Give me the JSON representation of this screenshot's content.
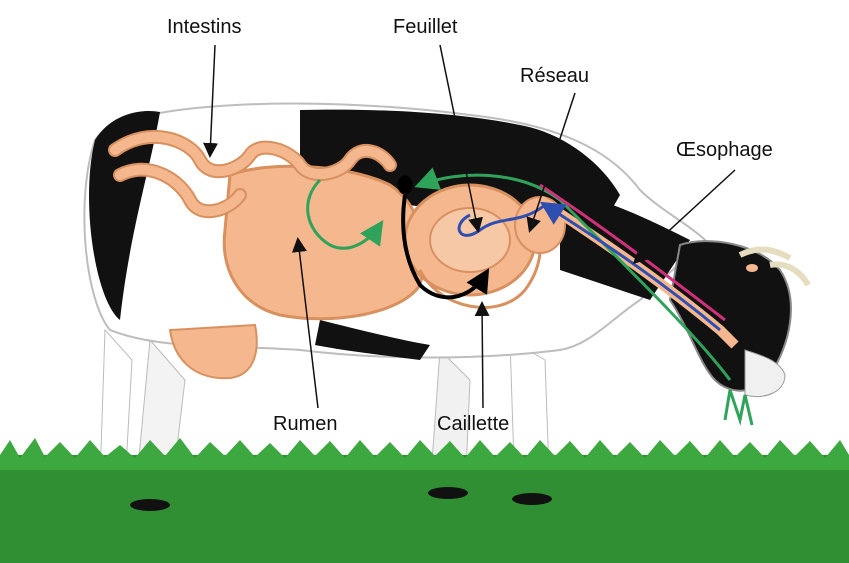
{
  "diagram": {
    "labels": {
      "intestins": "Intestins",
      "feuillet": "Feuillet",
      "reseau": "Réseau",
      "oesophage": "Œsophage",
      "rumen": "Rumen",
      "caillette": "Caillette"
    },
    "colors": {
      "organ": "#f4b78e",
      "organ_dark": "#d9905f",
      "cow_black": "#111111",
      "grass": "#2f8f32",
      "flow_green": "#2fa35a",
      "flow_blue": "#2f4fb0",
      "flow_magenta": "#d1307a",
      "flow_black": "#000000"
    }
  }
}
